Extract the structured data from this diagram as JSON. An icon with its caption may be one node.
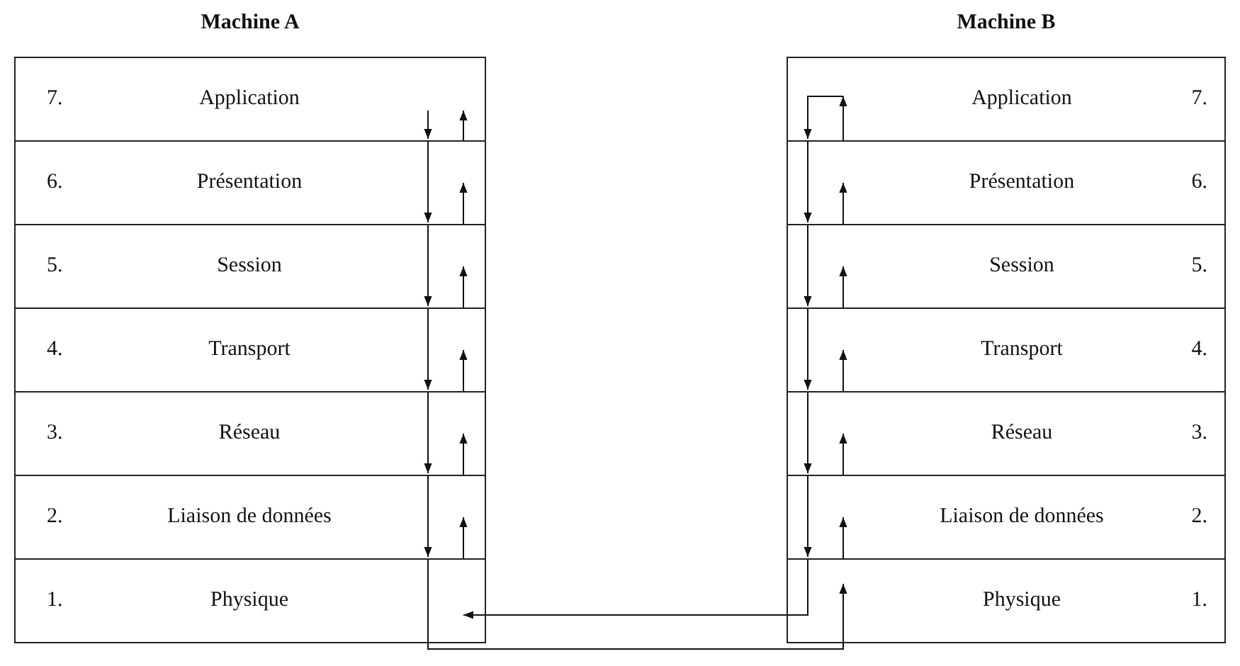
{
  "diagram": {
    "nodes": [
      {
        "text": [
          "Machine A"
        ]
      },
      {
        "text": [
          "7.",
          "Application"
        ],
        "in": 0
      },
      {
        "text": [
          "6.",
          "Présentation"
        ],
        "in": 0
      },
      {
        "text": [
          "5.",
          "Session"
        ],
        "in": 0
      },
      {
        "text": [
          "4.",
          "Transport"
        ],
        "in": 0
      },
      {
        "text": [
          "3.",
          "Réseau"
        ],
        "in": 0
      },
      {
        "text": [
          "2.",
          "Liaison de données"
        ],
        "in": 0
      },
      {
        "text": [
          "1.",
          "Physique"
        ],
        "in": 0
      },
      {
        "text": [
          "Machine B"
        ]
      },
      {
        "text": [
          "Application",
          "7."
        ],
        "in": 8
      },
      {
        "text": [
          "Présentation",
          "6."
        ],
        "in": 8
      },
      {
        "text": [
          "Session",
          "5."
        ],
        "in": 8
      },
      {
        "text": [
          "Transport",
          "4."
        ],
        "in": 8
      },
      {
        "text": [
          "Réseau",
          "3."
        ],
        "in": 8
      },
      {
        "text": [
          "Liaison de données",
          "2."
        ],
        "in": 8
      },
      {
        "text": [
          "Physique",
          "1."
        ],
        "in": 8
      }
    ],
    "edges": [
      {
        "from": 1,
        "to": 2,
        "arrow": "to"
      },
      {
        "from": 2,
        "to": 3,
        "arrow": "to"
      },
      {
        "from": 3,
        "to": 4,
        "arrow": "to"
      },
      {
        "from": 4,
        "to": 5,
        "arrow": "to"
      },
      {
        "from": 5,
        "to": 6,
        "arrow": "to"
      },
      {
        "from": 6,
        "to": 7,
        "arrow": "to"
      },
      {
        "from": 7,
        "to": 15,
        "arrow": "to"
      },
      {
        "from": 15,
        "to": 14,
        "arrow": "to"
      },
      {
        "from": 14,
        "to": 13,
        "arrow": "to"
      },
      {
        "from": 13,
        "to": 12,
        "arrow": "to"
      },
      {
        "from": 12,
        "to": 11,
        "arrow": "to"
      },
      {
        "from": 11,
        "to": 10,
        "arrow": "to"
      },
      {
        "from": 10,
        "to": 9,
        "arrow": "to"
      },
      {
        "from": 9,
        "to": 10,
        "arrow": "to"
      },
      {
        "from": 10,
        "to": 11,
        "arrow": "to"
      },
      {
        "from": 11,
        "to": 12,
        "arrow": "to"
      },
      {
        "from": 12,
        "to": 13,
        "arrow": "to"
      },
      {
        "from": 13,
        "to": 14,
        "arrow": "to"
      },
      {
        "from": 14,
        "to": 15,
        "arrow": "to"
      },
      {
        "from": 15,
        "to": 7,
        "arrow": "to"
      },
      {
        "from": 7,
        "to": 6,
        "arrow": "to"
      },
      {
        "from": 6,
        "to": 5,
        "arrow": "to"
      },
      {
        "from": 5,
        "to": 4,
        "arrow": "to"
      },
      {
        "from": 4,
        "to": 3,
        "arrow": "to"
      },
      {
        "from": 3,
        "to": 2,
        "arrow": "to"
      },
      {
        "from": 2,
        "to": 1,
        "arrow": "to"
      }
    ]
  }
}
